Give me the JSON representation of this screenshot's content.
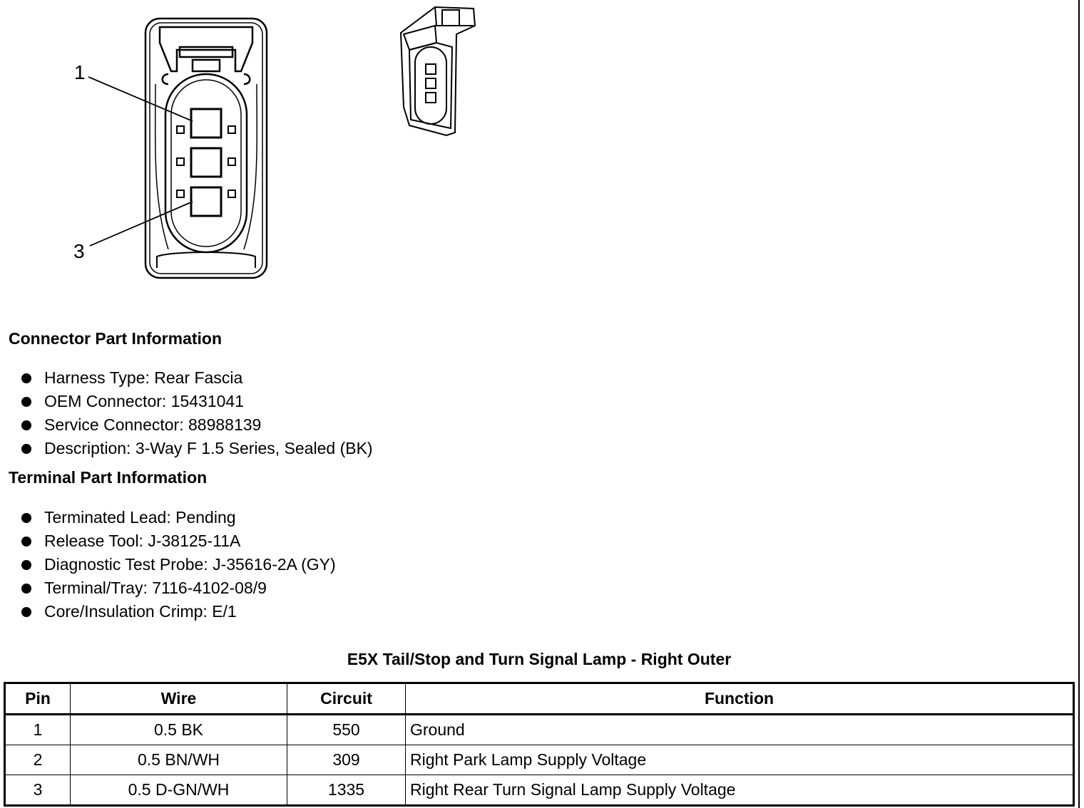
{
  "connector_diagram": {
    "callouts": [
      "1",
      "3"
    ]
  },
  "connector_info": {
    "heading": "Connector Part Information",
    "items": [
      "Harness Type: Rear Fascia",
      "OEM Connector: 15431041",
      "Service Connector: 88988139",
      "Description: 3-Way F 1.5 Series, Sealed (BK)"
    ]
  },
  "terminal_info": {
    "heading": "Terminal Part Information",
    "items": [
      "Terminated Lead: Pending",
      "Release Tool: J-38125-11A",
      "Diagnostic Test Probe: J-35616-2A (GY)",
      "Terminal/Tray: 7116-4102-08/9",
      "Core/Insulation Crimp: E/1"
    ]
  },
  "pin_table": {
    "title": "E5X Tail/Stop and Turn Signal Lamp - Right Outer",
    "headers": [
      "Pin",
      "Wire",
      "Circuit",
      "Function"
    ],
    "rows": [
      [
        "1",
        "0.5 BK",
        "550",
        "Ground"
      ],
      [
        "2",
        "0.5 BN/WH",
        "309",
        "Right Park Lamp Supply Voltage"
      ],
      [
        "3",
        "0.5 D-GN/WH",
        "1335",
        "Right Rear Turn Signal Lamp Supply Voltage"
      ]
    ]
  }
}
